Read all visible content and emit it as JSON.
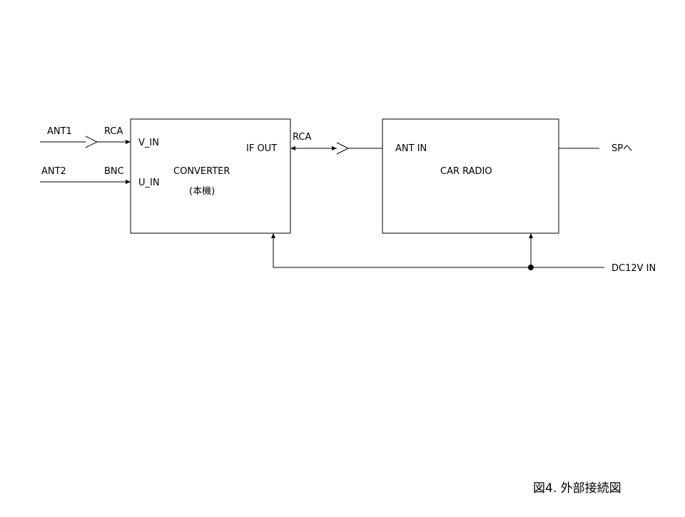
{
  "labels": {
    "ant1": "ANT1",
    "ant2": "ANT2",
    "rca_in": "RCA",
    "bnc_in": "BNC",
    "v_in": "V_IN",
    "u_in": "U_IN",
    "converter_name": "CONVERTER",
    "converter_sub": "(本機)",
    "if_out": "IF OUT",
    "rca_out": "RCA",
    "ant_in": "ANT IN",
    "car_radio": "CAR RADIO",
    "sp_out": "SPへ",
    "dc_in": "DC12V IN"
  },
  "caption": "図4. 外部接続図"
}
